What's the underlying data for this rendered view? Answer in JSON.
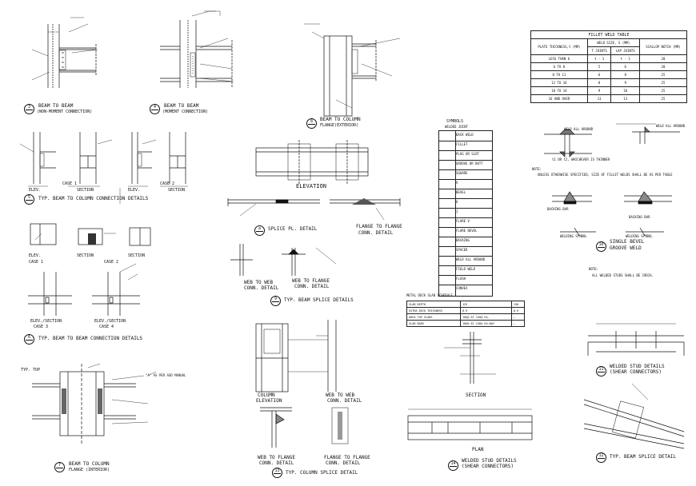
{
  "details": {
    "d3": {
      "title": "BEAM TO BEAM",
      "sub": "(NON-MOMENT CONNECTION)",
      "num": "3"
    },
    "d4": {
      "title": "BEAM TO BEAM",
      "sub": "(MOMENT CONNECTION)",
      "num": "4"
    },
    "d8": {
      "title": "BEAM TO COLUMN",
      "sub": "FLANGE(EXTERIOR)",
      "num": "8"
    },
    "d5": {
      "title": "TYP. BEAM TO COLUMN CONNECTION DETAILS",
      "num": "5"
    },
    "d6": {
      "title": "TYP. BEAM TO BEAM CONNECTION DETAILS",
      "num": "6"
    },
    "d7": {
      "title": "BEAM TO COLUMN",
      "sub": "FLANGE (INTERIOR)",
      "num": "7"
    },
    "d9": {
      "title": "TYP. BEAM SPLICE DETAILS",
      "num": "9"
    },
    "d10": {
      "title": "SINGLE BEVEL",
      "sub": "GROOVE WELD",
      "num": "10"
    },
    "d11": {
      "title": "WELDED STUD DETAILS",
      "sub": "(SHEAR CONNECTORS)",
      "num": "11"
    },
    "d12": {
      "title": "TYP. BEAM SPLICE DETAIL",
      "num": "12"
    },
    "d13": {
      "title": "TYP. COLUMN SPLICE DETAIL",
      "num": "13"
    },
    "d14": {
      "title": "WELDED STUD DETAILS",
      "sub": "(SHEAR CONNECTORS)",
      "num": "14"
    }
  },
  "labels": {
    "elev": "ELEV.",
    "section": "SECTION",
    "case1": "CASE 1",
    "case2": "CASE 2",
    "elevation": "ELEVATION",
    "splice_pl": "SPLICE PL. DETAIL",
    "flange_to_flange": "FLANGE TO FLANGE",
    "conn_detail": "CONN. DETAIL",
    "web_to_web": "WEB TO WEB",
    "web_to_flange": "WEB TO FLANGE",
    "column_elev": "COLUMN",
    "elevation2": "ELEVATION",
    "section2": "SECTION",
    "plan": "PLAN",
    "elev_section": "ELEV./SECTION",
    "case3": "CASE 3",
    "case4": "CASE 4",
    "typ_top": "TYP. TOP",
    "as_per_asd": "\"A\" AS PER ASD MANUAL",
    "weld_all_around": "WELD ALL AROUND",
    "backing_bar": "BACKING BAR",
    "welding_symbol": "WELDING SYMBOL",
    "note": "NOTE:",
    "note_text": "ALL WELDED STUDS SHALL BE 19DIA.",
    "note_text2": "UNLESS OTHERWISE SPECIFIED, SIZE OF FILLET WELDS SHALL BE AS PER TABLE",
    "t_thinner": "t1 OR t2, WHICHEVER IS THINNER"
  },
  "fillet_table": {
    "title": "FILLET WELD TABLE",
    "col1": "PLATE THICKNESS,t (MM)",
    "col2": "WELD SIZE, S (MM)",
    "col3": "SCALLOP NOTCH (MM)",
    "sub1": "T JOINTS",
    "sub2": "LAP JOINTS",
    "rows": [
      [
        "LESS THAN 6",
        "t - 1",
        "t - 1",
        "20"
      ],
      [
        "6 TO 8",
        "5",
        "6",
        "20"
      ],
      [
        "8 TO 11",
        "6",
        "8",
        "25"
      ],
      [
        "12 TO 16",
        "8",
        "9",
        "25"
      ],
      [
        "18 TO 14",
        "9",
        "10",
        "25"
      ],
      [
        "16 AND OVER",
        "11",
        "13",
        "25"
      ]
    ]
  },
  "symbols": {
    "title": "SYMBOLS",
    "sub": "WELDED JOINT",
    "items": [
      "BACK WELD",
      "FILLET",
      "PLUG OR SLOT",
      "GROOVE OR BUTT",
      "SQUARE",
      "V",
      "BEVEL",
      "U",
      "J",
      "FLARE V",
      "FLARE BEVEL",
      "BACKING",
      "SPACER",
      "WELD ALL AROUND",
      "FIELD WELD",
      "FLUSH",
      "CONVEX"
    ]
  },
  "deck_table": {
    "title": "METAL DECK SLAB SCHEDULE",
    "rows": [
      [
        "SLAB DEPTH",
        "125",
        "150"
      ],
      [
        "EXTRA DECK THICKNESS",
        "0.9",
        "0.9"
      ],
      [
        "AREA TOP SLABS",
        "10@@ AT 150@ EA.",
        "—"
      ],
      [
        "SLAB BARS",
        "10@@ AT 150@ EA.WAY",
        "—"
      ]
    ]
  }
}
